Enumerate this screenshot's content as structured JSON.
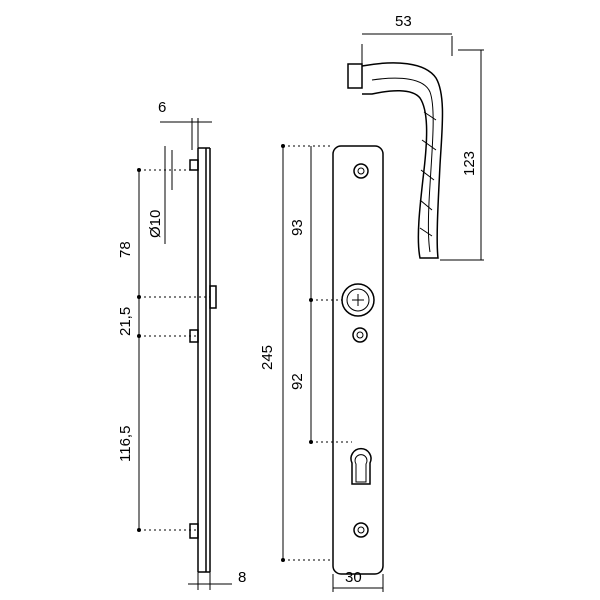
{
  "drawing": {
    "dimensions": {
      "handle_width": "53",
      "handle_height": "123",
      "plate_thickness": "6",
      "spindle_diameter": "Ø10",
      "top_to_spindle_side": "78",
      "spindle_to_hole": "21,5",
      "hole_to_bottom_hole": "116,5",
      "bottom_thickness": "8",
      "top_to_spindle_front": "93",
      "plate_height": "245",
      "spindle_to_cylinder": "92",
      "plate_width": "30"
    }
  }
}
